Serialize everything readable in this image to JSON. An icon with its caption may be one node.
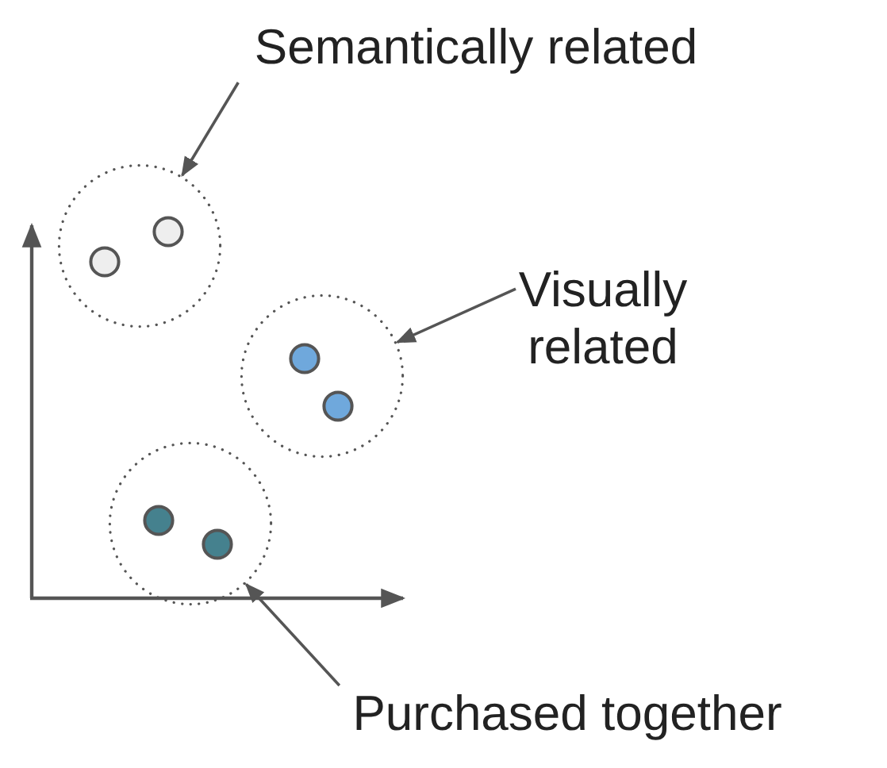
{
  "diagram": {
    "nodes": [
      {
        "text": [
          "Semantically related"
        ]
      },
      {
        "text": [],
        "shape": "circle"
      },
      {
        "text": [],
        "shape": "circle",
        "in": 1
      },
      {
        "text": [],
        "shape": "circle",
        "in": 1
      },
      {
        "text": [
          "Visually related"
        ]
      },
      {
        "text": [],
        "shape": "circle"
      },
      {
        "text": [],
        "shape": "circle",
        "in": 5
      },
      {
        "text": [],
        "shape": "circle",
        "in": 5
      },
      {
        "text": [],
        "shape": "circle"
      },
      {
        "text": [],
        "shape": "circle",
        "in": 8
      },
      {
        "text": [],
        "shape": "circle",
        "in": 8
      },
      {
        "text": [
          "Purchased together"
        ]
      }
    ],
    "edges": [
      {
        "from": 0,
        "to": 1,
        "arrow": "to"
      },
      {
        "from": 4,
        "to": 5,
        "arrow": "to"
      },
      {
        "from": 11,
        "to": 8,
        "arrow": "to"
      }
    ]
  }
}
